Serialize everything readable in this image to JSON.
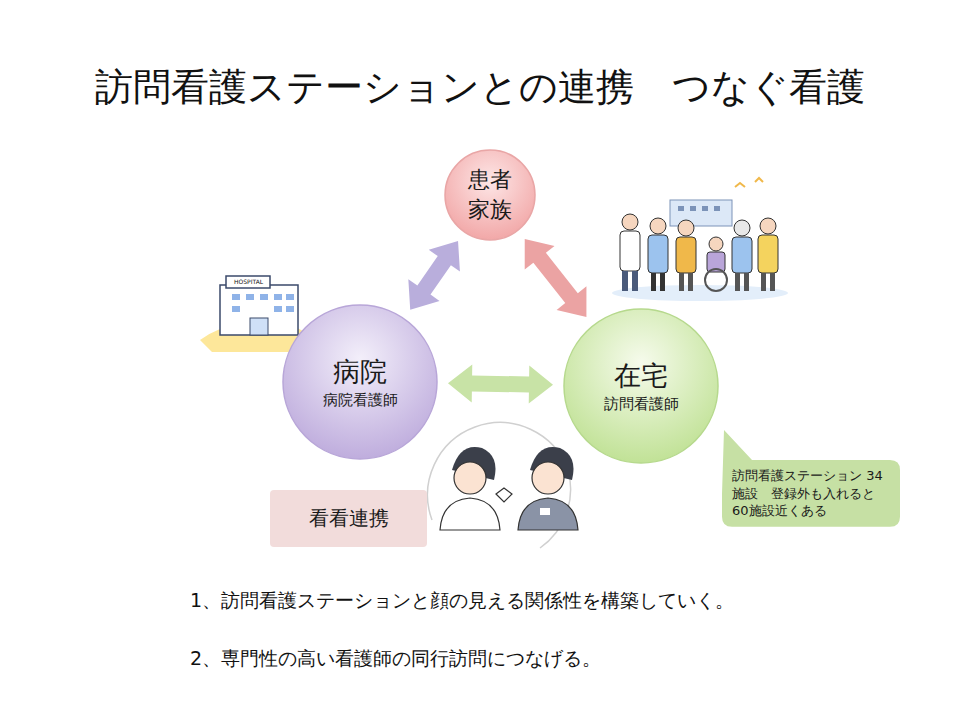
{
  "diagram": {
    "title": "訪問看護ステーションとの連携　つなぐ看護",
    "nodes": [
      {
        "text": [
          "患者 家族"
        ]
      },
      {
        "text": [
          "病院",
          "病院看護師"
        ]
      },
      {
        "text": [
          "在宅",
          "訪問看護師"
        ]
      },
      {
        "text": [
          "看看連携"
        ]
      },
      {
        "text": [
          "訪問看護ステーション 34施設　登録外も入れると60施設近くある"
        ]
      }
    ],
    "edges": [
      {
        "from": 0,
        "to": 1,
        "arrow": "both"
      },
      {
        "from": 0,
        "to": 2,
        "arrow": "both"
      },
      {
        "from": 1,
        "to": 2,
        "arrow": "both"
      }
    ],
    "labels": [
      "HOSPITAL",
      "1、訪問看護ステーションと顔の見える関係性を構築していく。",
      "2、専門性の高い看護師の同行訪問につなげる。"
    ]
  }
}
